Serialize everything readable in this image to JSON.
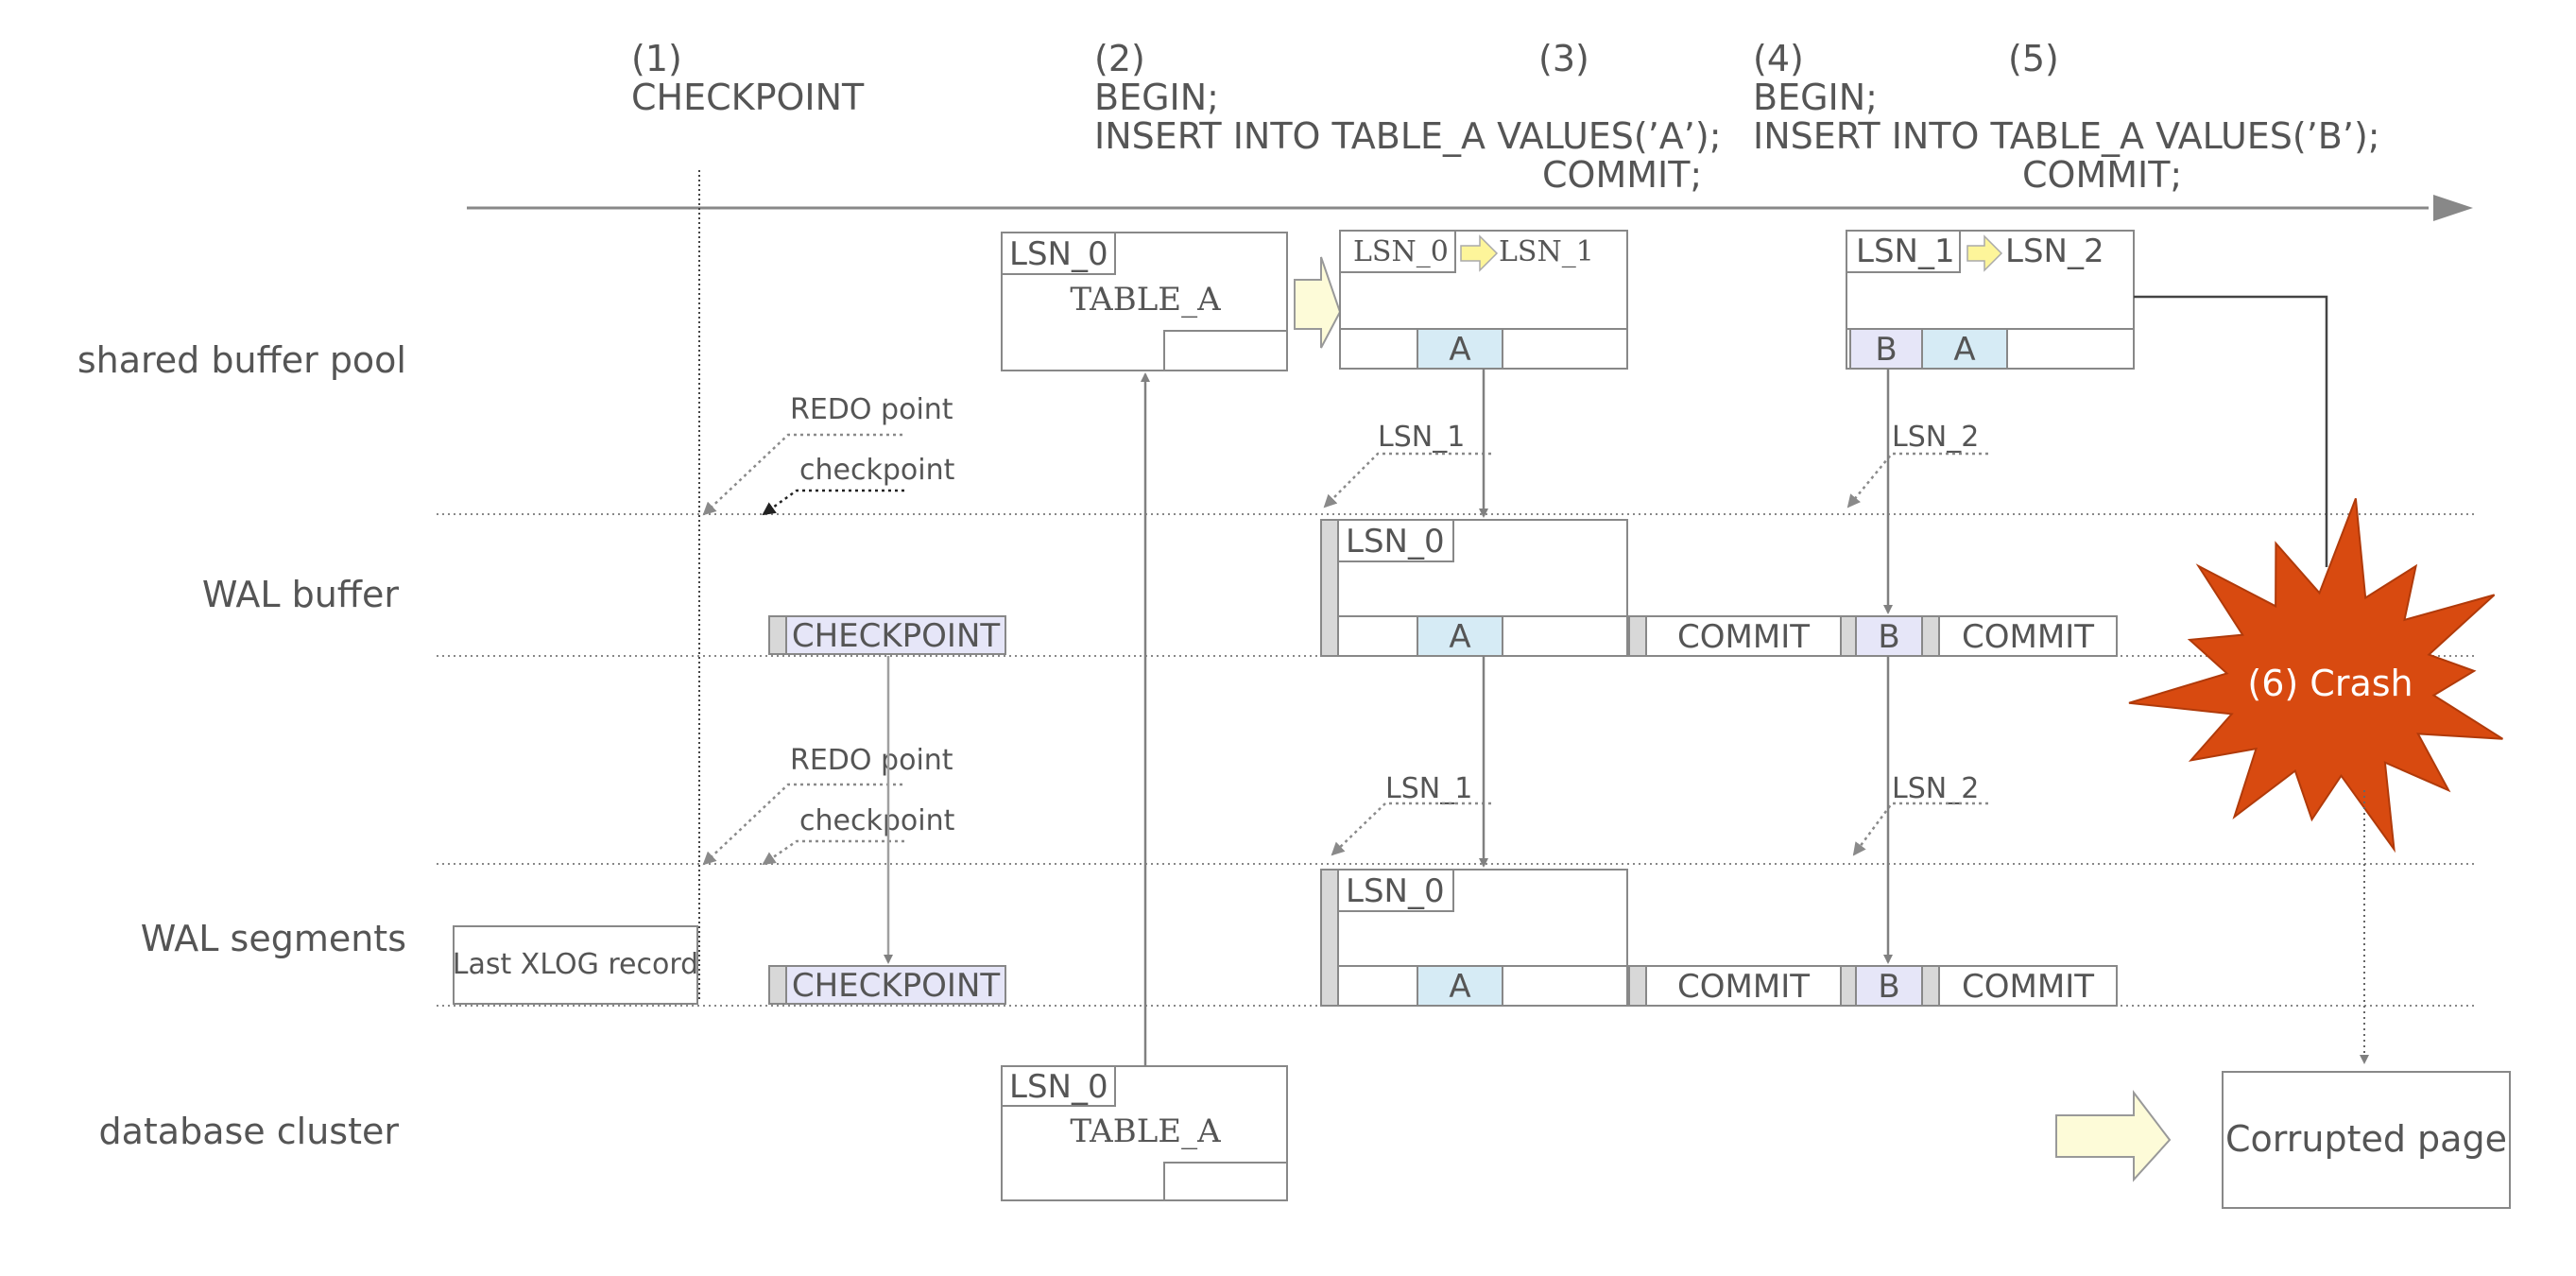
{
  "steps": {
    "s1_num": "(1)",
    "s1_label": "CHECKPOINT",
    "s2_num": "(2)",
    "s2_begin": "BEGIN;",
    "s2_insert": "INSERT INTO TABLE_A VALUES(’A’);",
    "s3_num": "(3)",
    "s3_commit": "COMMIT;",
    "s4_num": "(4)",
    "s4_begin": "BEGIN;",
    "s4_insert": "INSERT INTO TABLE_A VALUES(’B’);",
    "s5_num": "(5)",
    "s5_commit": "COMMIT;"
  },
  "rows": {
    "shared_buffer_pool": "shared buffer pool",
    "wal_buffer": "WAL buffer",
    "wal_segments": "WAL segments",
    "database_cluster": "database cluster"
  },
  "annotations": {
    "redo_point": "REDO point",
    "checkpoint": "checkpoint",
    "lsn_1": "LSN_1",
    "lsn_2": "LSN_2"
  },
  "pages": {
    "lsn_0": "LSN_0",
    "lsn_1": "LSN_1",
    "lsn_2": "LSN_2",
    "table_a": "TABLE_A",
    "tuple_a": "A",
    "tuple_b": "B"
  },
  "records": {
    "checkpoint": "CHECKPOINT",
    "commit": "COMMIT",
    "last_xlog": "Last XLOG record"
  },
  "crash": {
    "label": "(6) Crash",
    "color": "#d84a10"
  },
  "result": {
    "corrupted_page": "Corrupted page"
  }
}
